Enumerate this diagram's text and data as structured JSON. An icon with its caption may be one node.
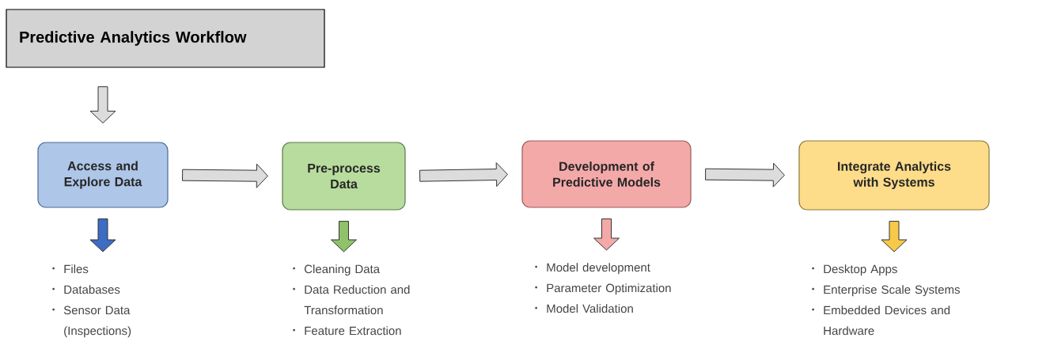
{
  "diagram": {
    "nodes": [
      {
        "text": [
          "Predictive Analytics Workflow"
        ]
      },
      {
        "text": [
          "Access and Explore Data"
        ]
      },
      {
        "text": [
          "Pre-process Data"
        ]
      },
      {
        "text": [
          "Development of Predictive Models"
        ]
      },
      {
        "text": [
          "Integrate Analytics with Systems"
        ]
      },
      {
        "text": [
          "Files",
          "Databases",
          "Sensor Data (Inspections)"
        ]
      },
      {
        "text": [
          "Cleaning Data",
          "Data Reduction and Transformation",
          "Feature Extraction"
        ]
      },
      {
        "text": [
          "Model development",
          "Parameter Optimization",
          "Model Validation"
        ]
      },
      {
        "text": [
          "Desktop Apps",
          "Enterprise Scale Systems",
          "Embedded Devices and Hardware"
        ]
      }
    ],
    "edges": [
      {
        "from": 0,
        "to": 1,
        "arrow": "to"
      },
      {
        "from": 1,
        "to": 2,
        "arrow": "to"
      },
      {
        "from": 2,
        "to": 3,
        "arrow": "to"
      },
      {
        "from": 3,
        "to": 4,
        "arrow": "to"
      },
      {
        "from": 1,
        "to": 5,
        "arrow": "to",
        "color": "#3d6cc4"
      },
      {
        "from": 2,
        "to": 6,
        "arrow": "to",
        "color": "#8fc26a"
      },
      {
        "from": 3,
        "to": 7,
        "arrow": "to",
        "color": "#f4a9a9"
      },
      {
        "from": 4,
        "to": 8,
        "arrow": "to",
        "color": "#f7c948"
      }
    ]
  }
}
